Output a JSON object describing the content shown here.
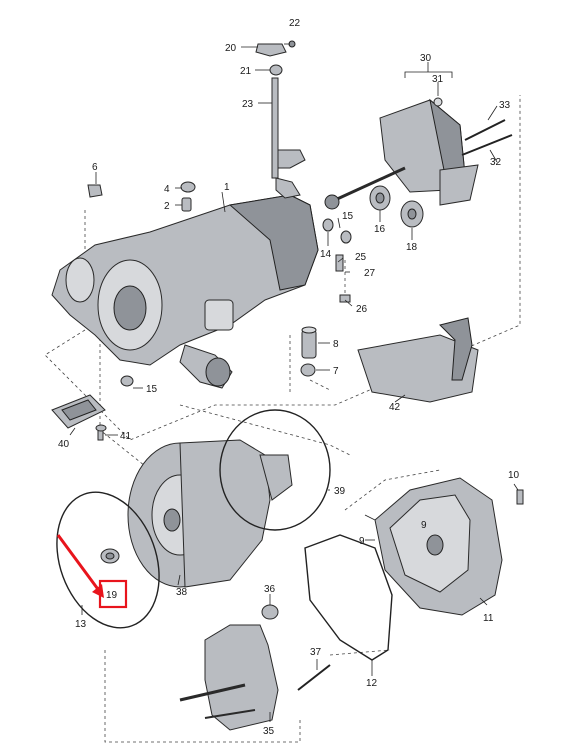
{
  "diagram": {
    "callouts": [
      {
        "id": "c1",
        "text": "1"
      },
      {
        "id": "c2",
        "text": "2"
      },
      {
        "id": "c4",
        "text": "4"
      },
      {
        "id": "c6",
        "text": "6"
      },
      {
        "id": "c7",
        "text": "7"
      },
      {
        "id": "c8",
        "text": "8"
      },
      {
        "id": "c9a",
        "text": "9"
      },
      {
        "id": "c9b",
        "text": "9"
      },
      {
        "id": "c10",
        "text": "10"
      },
      {
        "id": "c11",
        "text": "11"
      },
      {
        "id": "c12",
        "text": "12"
      },
      {
        "id": "c13",
        "text": "13"
      },
      {
        "id": "c14",
        "text": "14"
      },
      {
        "id": "c15a",
        "text": "15"
      },
      {
        "id": "c15b",
        "text": "15"
      },
      {
        "id": "c16",
        "text": "16"
      },
      {
        "id": "c18",
        "text": "18"
      },
      {
        "id": "c19",
        "text": "19"
      },
      {
        "id": "c20",
        "text": "20"
      },
      {
        "id": "c21",
        "text": "21"
      },
      {
        "id": "c22",
        "text": "22"
      },
      {
        "id": "c23",
        "text": "23"
      },
      {
        "id": "c25",
        "text": "25"
      },
      {
        "id": "c26",
        "text": "26"
      },
      {
        "id": "c27",
        "text": "27"
      },
      {
        "id": "c30",
        "text": "30"
      },
      {
        "id": "c31",
        "text": "31"
      },
      {
        "id": "c32",
        "text": "32"
      },
      {
        "id": "c33",
        "text": "33"
      },
      {
        "id": "c35",
        "text": "35"
      },
      {
        "id": "c36",
        "text": "36"
      },
      {
        "id": "c37",
        "text": "37"
      },
      {
        "id": "c38",
        "text": "38"
      },
      {
        "id": "c39",
        "text": "39"
      },
      {
        "id": "c40",
        "text": "40"
      },
      {
        "id": "c41",
        "text": "41"
      },
      {
        "id": "c42",
        "text": "42"
      }
    ],
    "highlight_color": "#e8141c"
  }
}
